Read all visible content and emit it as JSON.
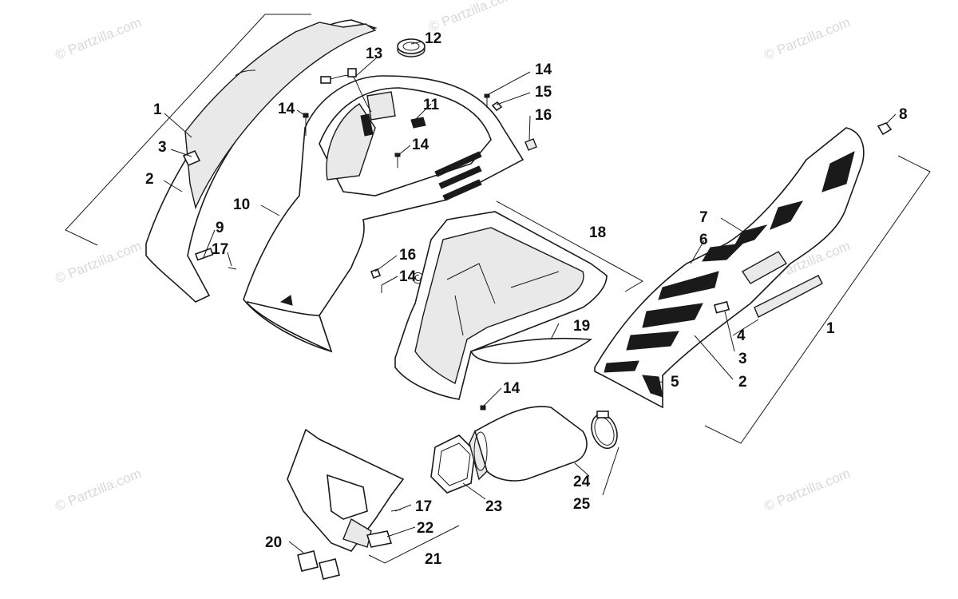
{
  "diagram": {
    "callouts": {
      "c1_left": "1",
      "c2_left": "2",
      "c3_left": "3",
      "c9": "9",
      "c17_left": "17",
      "c10": "10",
      "c14_a": "14",
      "c13": "13",
      "c12": "12",
      "c11": "11",
      "c14_b": "14",
      "c14_c": "14",
      "c15": "15",
      "c16_top": "16",
      "c16_mid": "16",
      "c14_mid": "14",
      "c18": "18",
      "c19": "19",
      "c14_bot": "14",
      "c8": "8",
      "c7": "7",
      "c6": "6",
      "c4": "4",
      "c1_right": "1",
      "c3_right": "3",
      "c2_right": "2",
      "c5": "5",
      "c23": "23",
      "c24": "24",
      "c25": "25",
      "c17_bot": "17",
      "c22": "22",
      "c20": "20",
      "c21": "21"
    },
    "watermark": "© Partzilla.com"
  }
}
